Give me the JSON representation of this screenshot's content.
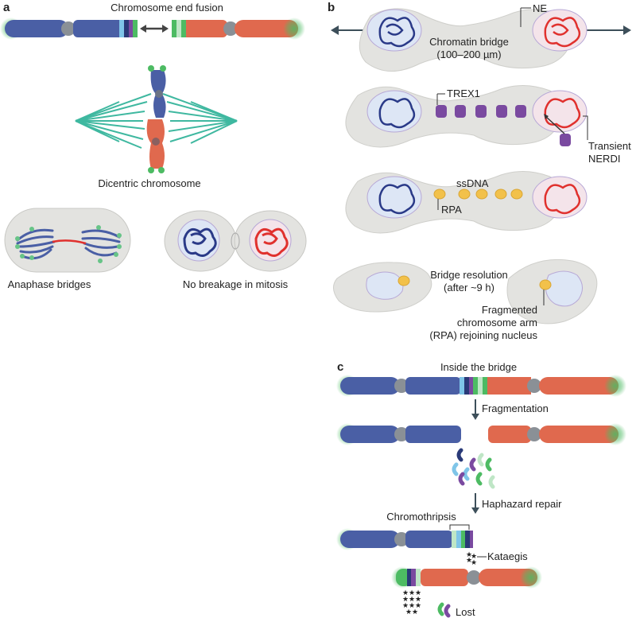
{
  "panel_a": {
    "letter": "a",
    "title": "Chromosome end fusion",
    "dicentric_label": "Dicentric chromosome",
    "anaphase_label": "Anaphase bridges",
    "no_breakage_label": "No breakage in mitosis"
  },
  "panel_b": {
    "letter": "b",
    "ne_label": "NE",
    "bridge_label_1": "Chromatin bridge",
    "bridge_label_2": "(100–200 µm)",
    "trex1_label": "TREX1",
    "transient_1": "Transient",
    "transient_2": "NERDI",
    "ssdna_label": "ssDNA",
    "rpa_label": "RPA",
    "resolution_1": "Bridge resolution",
    "resolution_2": "(after ~9 h)",
    "fragment_1": "Fragmented",
    "fragment_2": "chromosome arm",
    "fragment_3": "(RPA) rejoining nucleus"
  },
  "panel_c": {
    "letter": "c",
    "inside_label": "Inside the bridge",
    "fragmentation_label": "Fragmentation",
    "repair_label": "Haphazard repair",
    "chromothripsis_label": "Chromothripsis",
    "kataegis_label": "Kataegis",
    "lost_label": "Lost"
  },
  "colors": {
    "blue_chromatin": "#4a5fa5",
    "red_chromatin": "#e0694e",
    "telomere_green": "#4dbb63",
    "cell_gray": "#e3e3e0",
    "nucleus_blue": "#dde6f5",
    "trex1_purple": "#7a4aa0",
    "rpa_yellow": "#f2c14a",
    "star_red": "#e8503a"
  }
}
